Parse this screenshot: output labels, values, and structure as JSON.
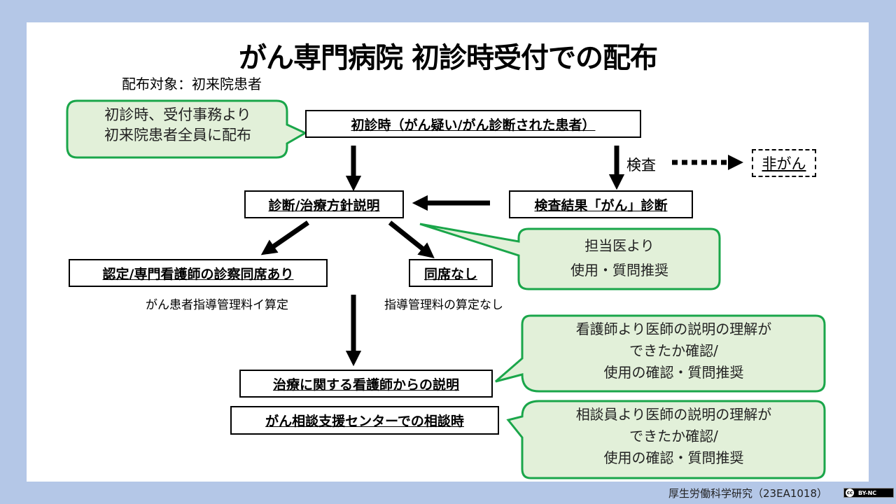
{
  "title": "がん専門病院 初診時受付での配布",
  "subtitle": "配布対象：初来院患者",
  "nodes": {
    "first_visit": "初診時（がん疑い/がん診断された患者）",
    "diagnosis_explanation": "診断/治療方針説明",
    "exam_result": "検査結果「がん」診断",
    "nurse_present": "認定/専門看護師の診察同席あり",
    "no_nurse": "同席なし",
    "nurse_explanation": "治療に関する看護師からの説明",
    "consultation_center": "がん相談支援センターでの相談時",
    "non_cancer": "非がん"
  },
  "edge_labels": {
    "exam": "検査"
  },
  "notes": {
    "fee_calculated": "がん患者指導管理料イ算定",
    "fee_not_calculated": "指導管理料の算定なし"
  },
  "callouts": {
    "reception": [
      "初診時、受付事務より",
      "初来院患者全員に配布"
    ],
    "doctor": [
      "担当医より",
      "使用・質問推奨"
    ],
    "nurse": [
      "看護師より医師の説明の理解が",
      "できたか確認/",
      "使用の確認・質問推奨"
    ],
    "counselor": [
      "相談員より医師の説明の理解が",
      "できたか確認/",
      "使用の確認・質問推奨"
    ]
  },
  "footer": {
    "credit": "厚生労働科学研究（23EA1018）",
    "license": "BY-NC",
    "license_icon": "cc"
  },
  "colors": {
    "background": "#b4c7e7",
    "callout_fill": "#e2f0d9",
    "callout_stroke": "#1aa64a"
  }
}
